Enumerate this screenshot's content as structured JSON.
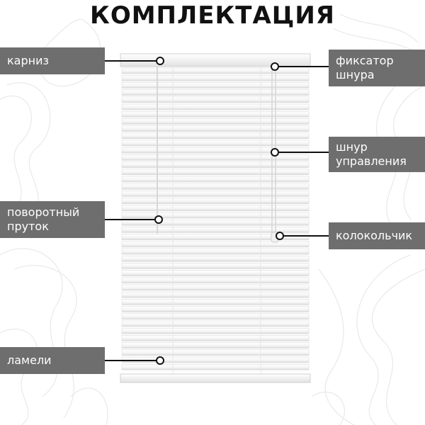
{
  "title": "КОМПЛЕКТАЦИЯ",
  "labels": {
    "karniz": "карниз",
    "fiksator_line1": "фиксатор",
    "fiksator_line2": "шнура",
    "shnur_line1": "шнур",
    "shnur_line2": "управления",
    "prutok_line1": "поворотный",
    "prutok_line2": "пруток",
    "kolokolchik": "колокольчик",
    "lameli": "ламели"
  },
  "colors": {
    "label_bg": "#6e6e6e",
    "label_text": "#ffffff",
    "title": "#111111"
  }
}
